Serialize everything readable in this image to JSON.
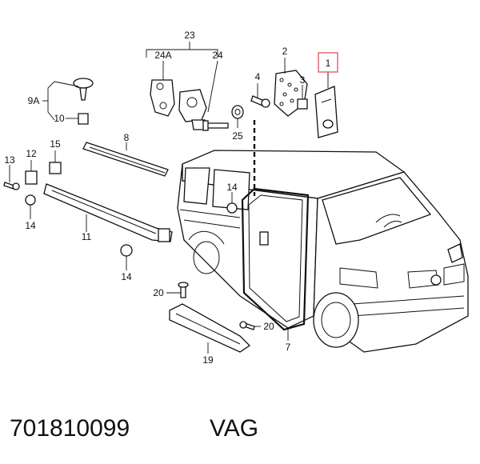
{
  "callouts": {
    "c1": "1",
    "c2": "2",
    "c3": "3",
    "c4": "4",
    "c7": "7",
    "c8": "8",
    "c9a": "9A",
    "c10": "10",
    "c11": "11",
    "c12": "12",
    "c13": "13",
    "c14a": "14",
    "c14b": "14",
    "c14c": "14",
    "c15": "15",
    "c19": "19",
    "c20a": "20",
    "c20b": "20",
    "c23": "23",
    "c24a": "24A",
    "c24": "24",
    "c25": "25"
  },
  "footer": {
    "part_number": "701810099",
    "brand": "VAG"
  },
  "highlight_color": "#e06a77"
}
